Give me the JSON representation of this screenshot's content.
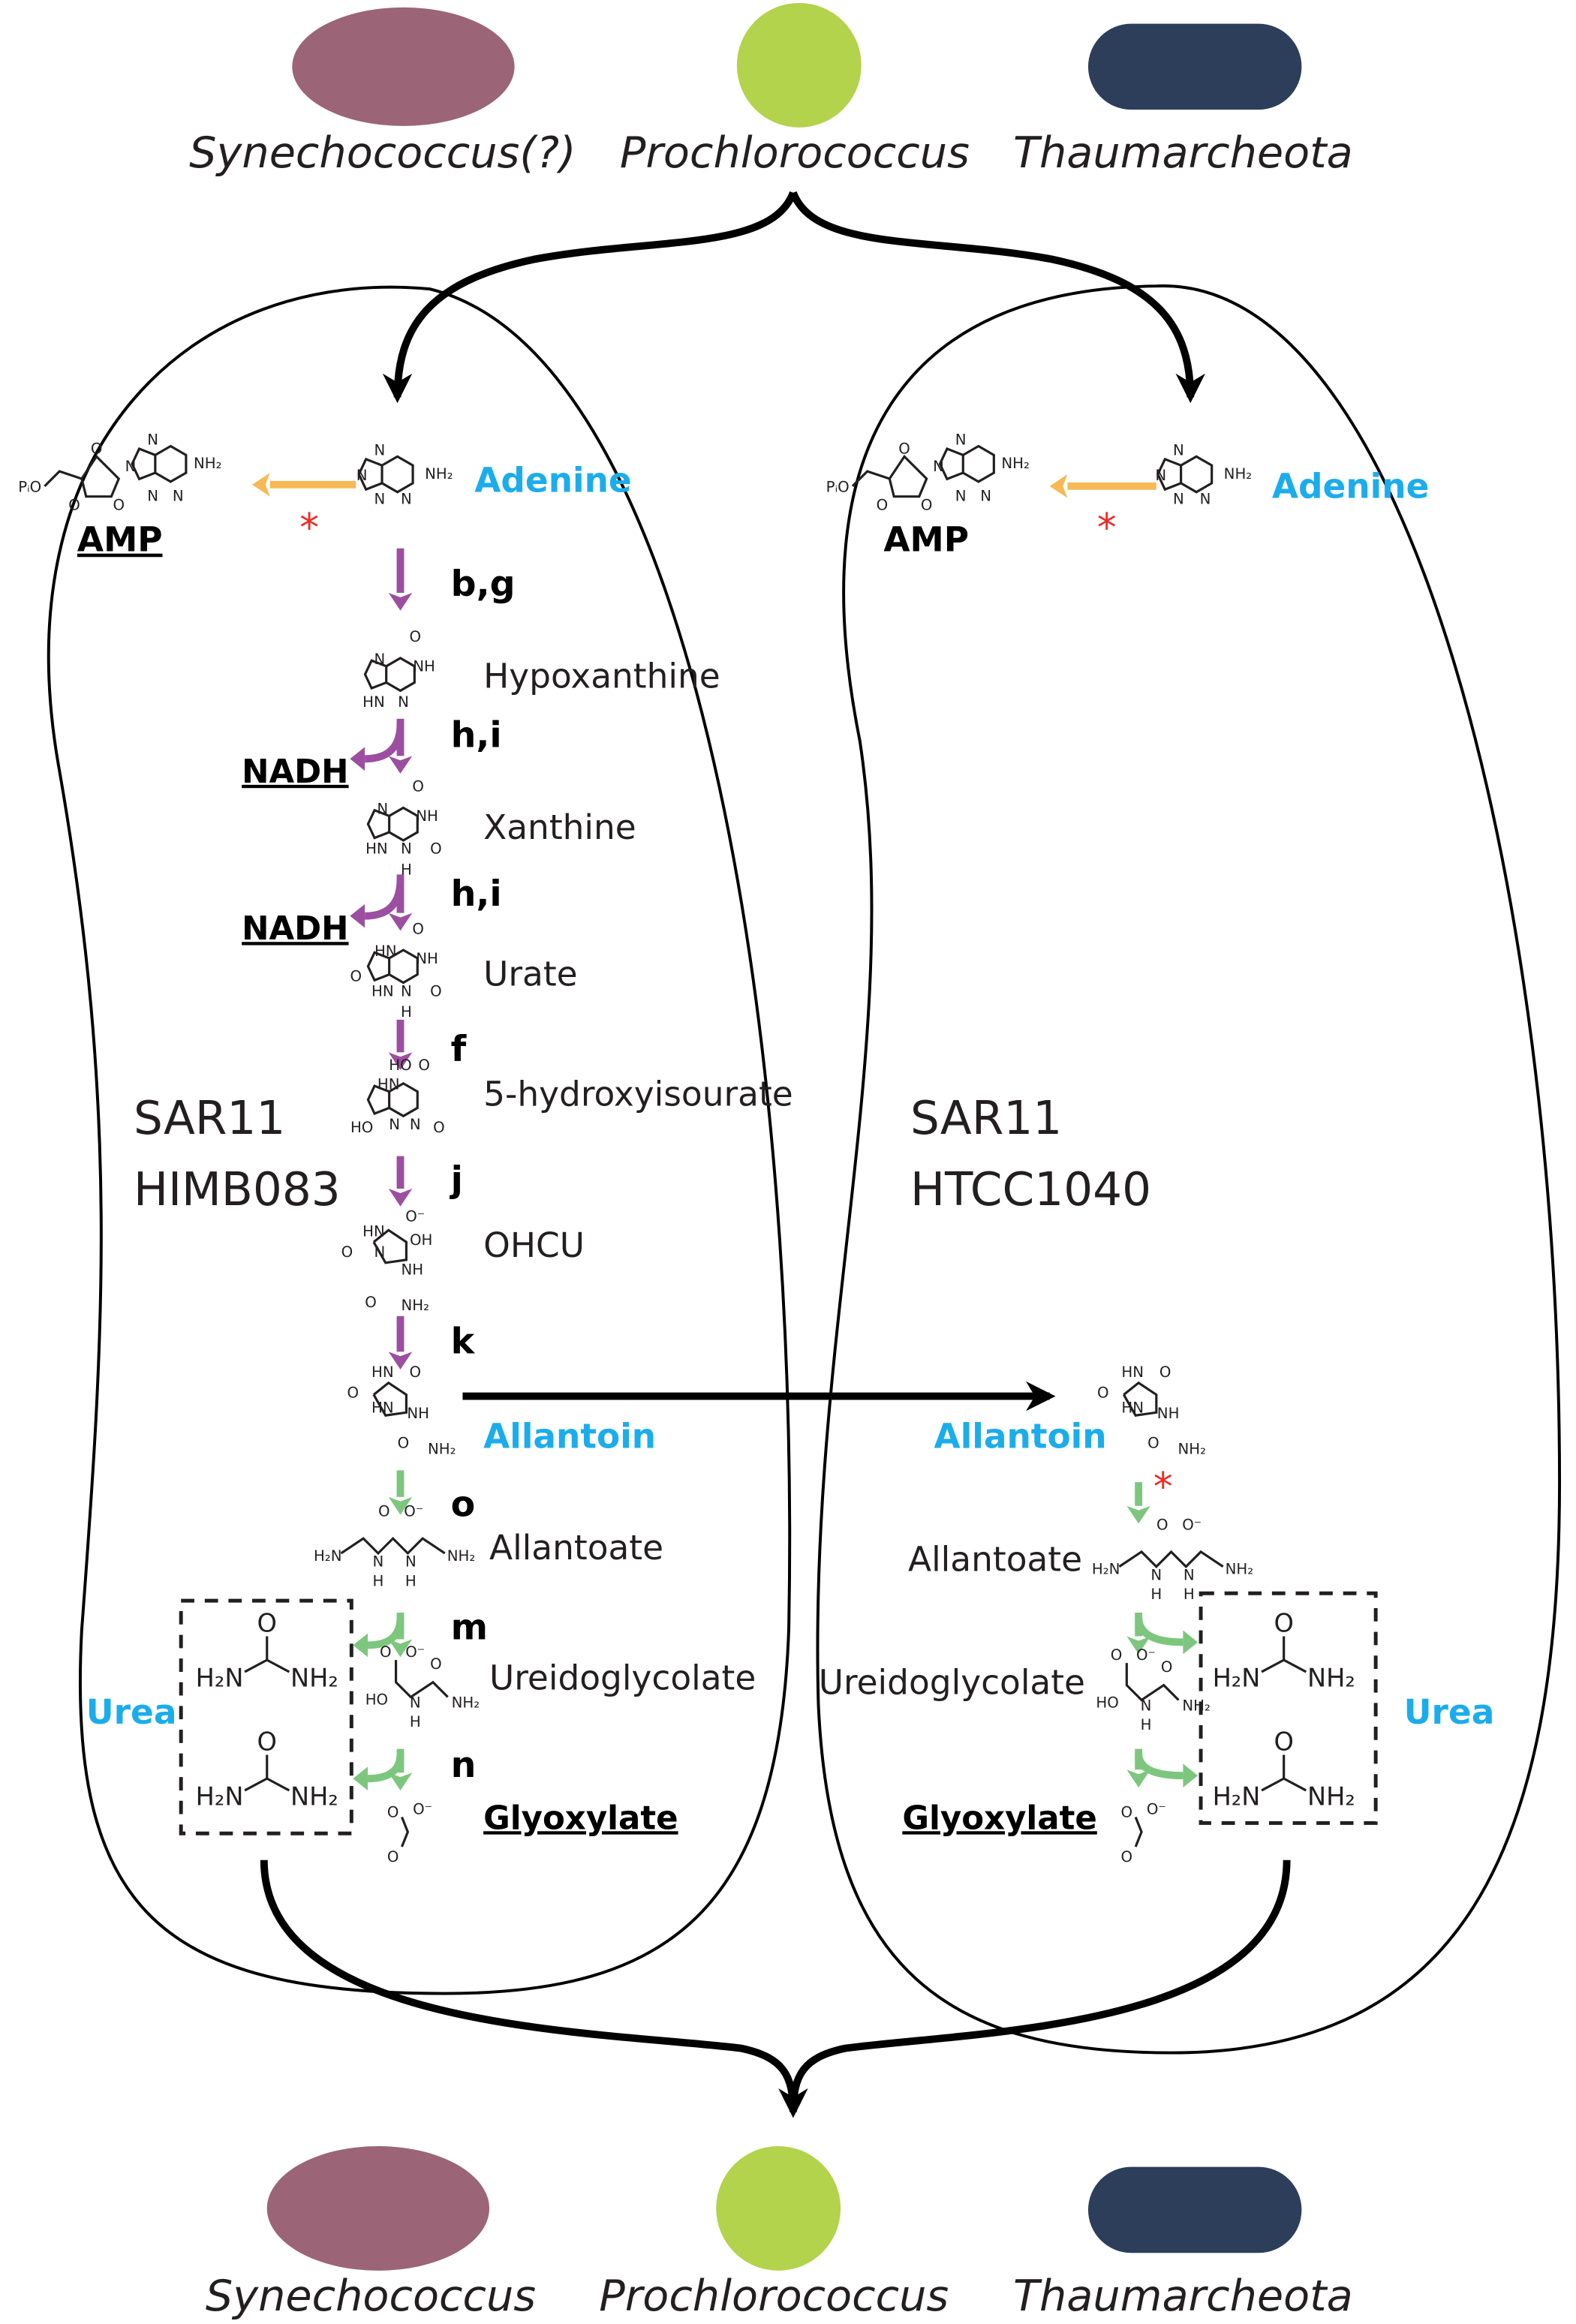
{
  "organisms_top": [
    "Synechococcus(?)",
    "Prochlorococcus",
    "Thaumarcheota"
  ],
  "organisms_bottom": [
    "Synechococcus",
    "Prochlorococcus",
    "Thaumarcheota"
  ],
  "colors": {
    "synechococcus": "#9b6577",
    "prochlorococcus": "#b2d34b",
    "thaumarcheota": "#2c3e5a",
    "compound_highlight": "#1badeb",
    "purine_pathway": "#9c4fa0",
    "allantoin_pathway": "#7dc67e",
    "amp_arrow": "#f7b955",
    "asterisk": "#ee2a24"
  },
  "left_cell": {
    "strain": [
      "SAR11",
      "HIMB083"
    ],
    "adenine": "Adenine",
    "amp": "AMP",
    "asterisk": "*",
    "nadh": [
      "NADH",
      "NADH"
    ],
    "steps": [
      "b,g",
      "h,i",
      "h,i",
      "f",
      "j",
      "k",
      "o",
      "m",
      "n"
    ],
    "compounds": [
      "Hypoxanthine",
      "Xanthine",
      "Urate",
      "5-hydroxyisourate",
      "OHCU",
      "Allantoin",
      "Allantoate",
      "Ureidoglycolate",
      "Glyoxylate"
    ],
    "urea": "Urea"
  },
  "right_cell": {
    "strain": [
      "SAR11",
      "HTCC1040"
    ],
    "adenine": "Adenine",
    "amp": "AMP",
    "asterisk": [
      "*",
      "*"
    ],
    "compounds": [
      "Allantoin",
      "Allantoate",
      "Ureidoglycolate",
      "Glyoxylate"
    ],
    "urea": "Urea"
  },
  "structures": {
    "amp": [
      "PᵢO",
      "O",
      "O",
      "O",
      "N",
      "N",
      "N",
      "N",
      "NH₂"
    ],
    "adenine": [
      "N",
      "N",
      "N",
      "N",
      "NH₂"
    ],
    "hypoxanthine": [
      "O",
      "N",
      "NH",
      "HN",
      "N"
    ],
    "xanthine": [
      "O",
      "N",
      "NH",
      "HN",
      "N",
      "H",
      "O"
    ],
    "urate": [
      "O",
      "HN",
      "NH",
      "O",
      "HN",
      "N",
      "H",
      "O"
    ],
    "hydroxyisourate": [
      "HO",
      "O",
      "HN",
      "HO",
      "N",
      "N",
      "O"
    ],
    "ohcu": [
      "O⁻",
      "HN",
      "OH",
      "O",
      "N",
      "NH",
      "O",
      "NH₂"
    ],
    "allantoin": [
      "HN",
      "O",
      "O",
      "HN",
      "NH",
      "O",
      "NH₂"
    ],
    "allantoate": [
      "O⁻",
      "O",
      "H₂N",
      "N",
      "H",
      "N",
      "H",
      "NH₂"
    ],
    "ureidoglycolate": [
      "O⁻",
      "O",
      "HO",
      "N",
      "H",
      "O",
      "NH₂"
    ],
    "glyoxylate": [
      "O⁻",
      "O",
      "O"
    ],
    "urea": [
      "O",
      "H₂N",
      "NH₂"
    ]
  }
}
